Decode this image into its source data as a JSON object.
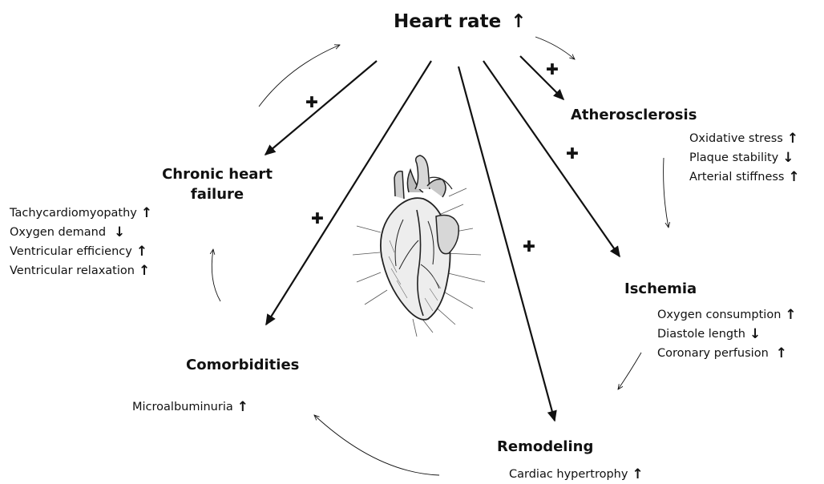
{
  "nodes": {
    "heart_rate": {
      "label": "Heart rate",
      "trend": "↑"
    },
    "atherosclerosis": {
      "label": "Atherosclerosis",
      "items": [
        {
          "text": "Oxidative stress",
          "trend": "↑"
        },
        {
          "text": "Plaque stability",
          "trend": "↓"
        },
        {
          "text": "Arterial stiffness",
          "trend": "↑"
        }
      ]
    },
    "chronic_heart_failure": {
      "label_line1": "Chronic heart",
      "label_line2": "failure",
      "items": [
        {
          "text": "Tachycardiomyopathy",
          "trend": "↑"
        },
        {
          "text": "Oxygen demand",
          "trend": "↓"
        },
        {
          "text": "Ventricular efficiency",
          "trend": "↑"
        },
        {
          "text": "Ventricular relaxation",
          "trend": "↑"
        }
      ]
    },
    "ischemia": {
      "label": "Ischemia",
      "items": [
        {
          "text": "Oxygen consumption",
          "trend": "↑"
        },
        {
          "text": "Diastole length",
          "trend": "↓"
        },
        {
          "text": "Coronary perfusion",
          "trend": "↑"
        }
      ]
    },
    "comorbidities": {
      "label": "Comorbidities",
      "items": [
        {
          "text": "Microalbuminuria",
          "trend": "↑"
        }
      ]
    },
    "remodeling": {
      "label": "Remodeling",
      "items": [
        {
          "text": "Cardiac hypertrophy",
          "trend": "↑"
        }
      ]
    }
  },
  "plus_sign": "✚",
  "center_image": "heart-illustration"
}
